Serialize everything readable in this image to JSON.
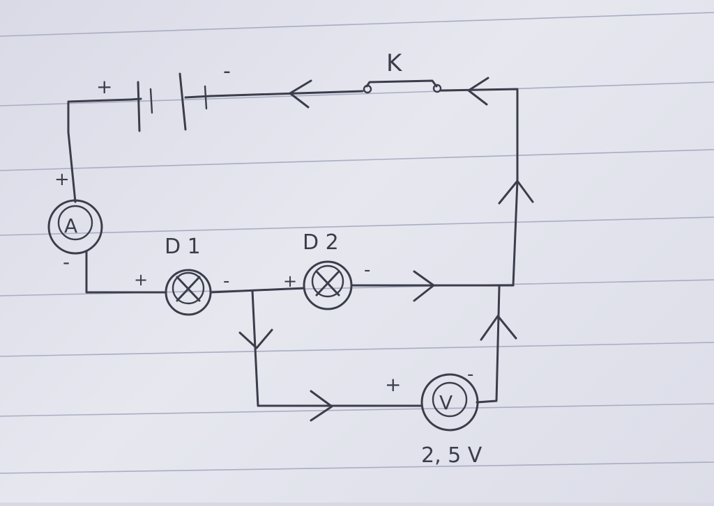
{
  "labels": {
    "switch": "K",
    "ammeter": "A",
    "voltmeter": "V",
    "lamp1": "D 1",
    "lamp2": "D 2",
    "voltage_reading": "2, 5 V",
    "battery_plus": "+",
    "battery_minus": "-",
    "ammeter_plus": "+",
    "ammeter_minus": "-",
    "lamp1_plus": "+",
    "lamp1_minus": "-",
    "lamp2_plus": "+",
    "lamp2_minus": "-",
    "voltmeter_plus": "+",
    "voltmeter_minus": "-"
  },
  "colors": {
    "ink": "#3b3d4a",
    "paper": "#e2e3ec",
    "rule": "#a9adc2"
  }
}
